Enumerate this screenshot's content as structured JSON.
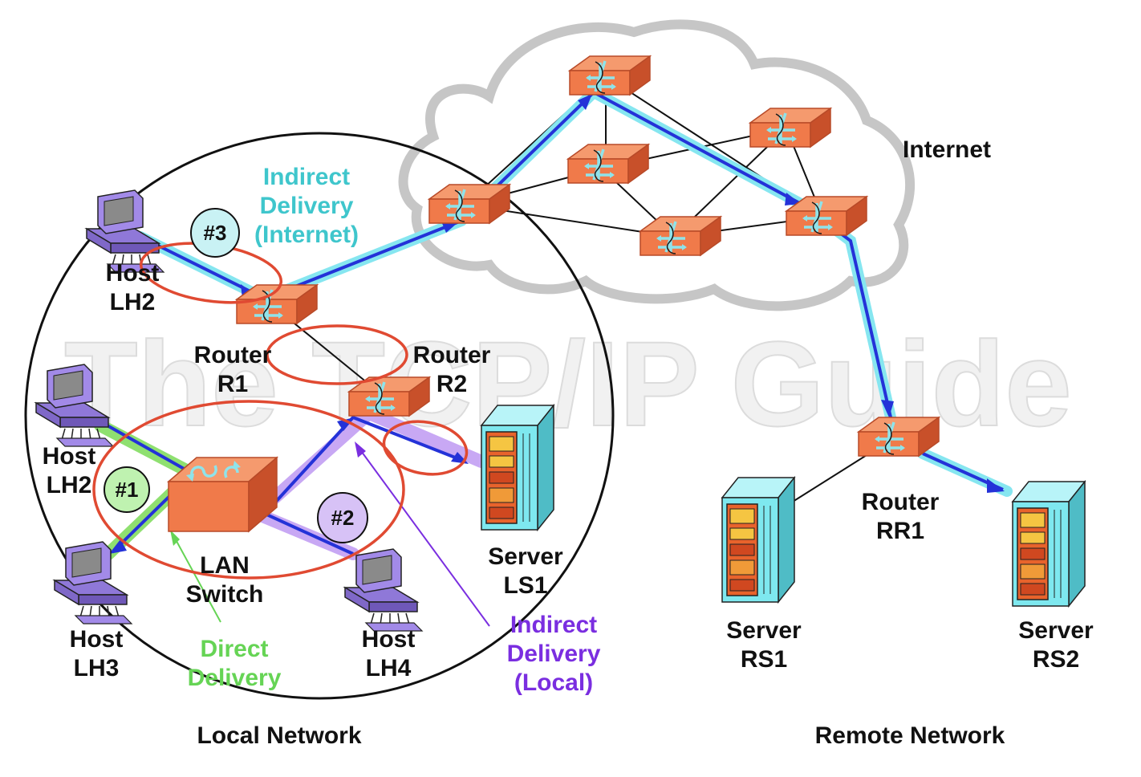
{
  "watermark": "The TCP/IP Guide",
  "labels": {
    "internet": "Internet",
    "local_network": "Local Network",
    "remote_network": "Remote Network",
    "router_r1": [
      "Router",
      "R1"
    ],
    "router_r2": [
      "Router",
      "R2"
    ],
    "router_rr1": [
      "Router",
      "RR1"
    ],
    "host_lh2_top": [
      "Host",
      "LH2"
    ],
    "host_lh2_mid": [
      "Host",
      "LH2"
    ],
    "host_lh3": [
      "Host",
      "LH3"
    ],
    "host_lh4": [
      "Host",
      "LH4"
    ],
    "lan_switch": [
      "LAN",
      "Switch"
    ],
    "server_ls1": [
      "Server",
      "LS1"
    ],
    "server_rs1": [
      "Server",
      "RS1"
    ],
    "server_rs2": [
      "Server",
      "RS2"
    ],
    "indirect_internet": [
      "Indirect",
      "Delivery",
      "(Internet)"
    ],
    "direct_delivery": [
      "Direct",
      "Delivery"
    ],
    "indirect_local": [
      "Indirect",
      "Delivery",
      "(Local)"
    ]
  },
  "badges": {
    "b1": "#1",
    "b2": "#2",
    "b3": "#3"
  },
  "colors": {
    "router_fill": "#f07a4a",
    "router_dark": "#c8502a",
    "router_icon": "#9ee7ee",
    "server_fill": "#7ee8ef",
    "server_panel": "#e8632c",
    "host_fill": "#a28ae8",
    "path_dark_blue": "#2432d8",
    "path_cyan_glow": "#86e6f0",
    "path_purple_glow": "#c8a8f4",
    "path_green_glow": "#8fe070",
    "highlight_red": "#e04a32",
    "badge_cyan": "#c9f2f4",
    "badge_green": "#bff2b0",
    "badge_purple": "#d7c2f6"
  }
}
